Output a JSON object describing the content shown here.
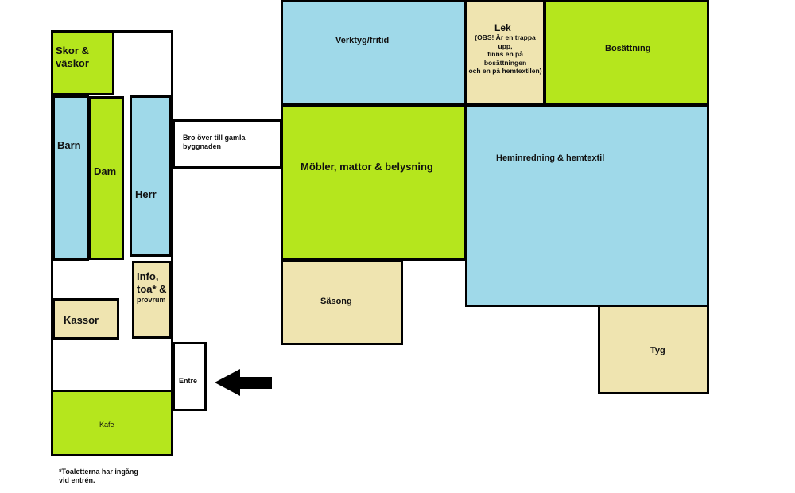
{
  "rooms": {
    "skor": "Skor &\nväskor",
    "barn": "Barn",
    "dam": "Dam",
    "herr": "Herr",
    "info_main": "Info,\ntoa* &",
    "info_sub": "provrum",
    "kassor": "Kassor",
    "entre": "Entre",
    "kafe": "Kafe",
    "bro": "Bro över till gamla\nbyggnaden",
    "verktyg": "Verktyg/fritid",
    "lek_title": "Lek",
    "lek_note": "(OBS! Är en trappa upp,\nfinns en på bosättningen\noch en på hemtextilen)",
    "bosattning": "Bosättning",
    "mobler": "Möbler, mattor & belysning",
    "heminredning": "Heminredning & hemtextil",
    "sasong": "Säsong",
    "tyg": "Tyg"
  },
  "footnote": "*Toaletterna har ingång\nvid entrén.",
  "colors": {
    "blue": "#9fd9e9",
    "green": "#b5e61d",
    "tan": "#efe4b0",
    "outline": "#000000"
  },
  "entrance_arrow": "arrow pointing left toward Entre"
}
